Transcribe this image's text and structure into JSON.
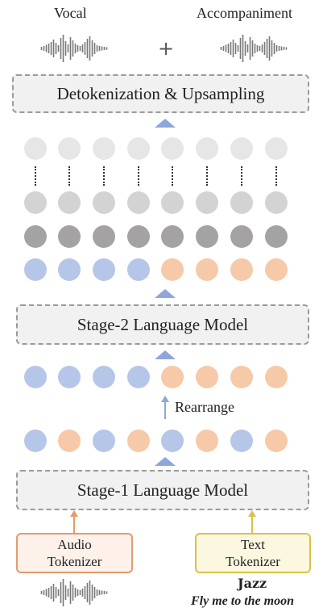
{
  "top": {
    "vocal_label": "Vocal",
    "accompaniment_label": "Accompaniment",
    "plus": "+"
  },
  "detok_label": "Detokenization & Upsampling",
  "stage2_label": "Stage-2 Language Model",
  "stage1_label": "Stage-1 Language Model",
  "rearrange_label": "Rearrange",
  "audio_tokenizer_label": "Audio\nTokenizer",
  "text_tokenizer_label": "Text\nTokenizer",
  "genre": "Jazz",
  "lyric": "Fly me to the moon",
  "colors": {
    "blue": "#b6c6e8",
    "orange": "#f6c9a8",
    "dark_gray": "#a4a2a2",
    "mid_gray": "#d3d3d3",
    "light_gray": "#e6e6e6",
    "arrow": "#8fa6dc",
    "audio_border": "#e59a6c",
    "audio_fill": "#fdf1ea",
    "text_border": "#d9c24a",
    "text_fill": "#fcf7df"
  },
  "token_rows": {
    "output_light": [
      "light",
      "light",
      "light",
      "light",
      "light",
      "light",
      "light",
      "light"
    ],
    "output_mid": [
      "mid",
      "mid",
      "mid",
      "mid",
      "mid",
      "mid",
      "mid",
      "mid"
    ],
    "output_dark": [
      "dark",
      "dark",
      "dark",
      "dark",
      "dark",
      "dark",
      "dark",
      "dark"
    ],
    "output_base": [
      "blue",
      "blue",
      "blue",
      "blue",
      "orange",
      "orange",
      "orange",
      "orange"
    ],
    "rearranged": [
      "blue",
      "blue",
      "blue",
      "blue",
      "orange",
      "orange",
      "orange",
      "orange"
    ],
    "interleaved": [
      "blue",
      "orange",
      "blue",
      "orange",
      "blue",
      "orange",
      "blue",
      "orange"
    ]
  }
}
